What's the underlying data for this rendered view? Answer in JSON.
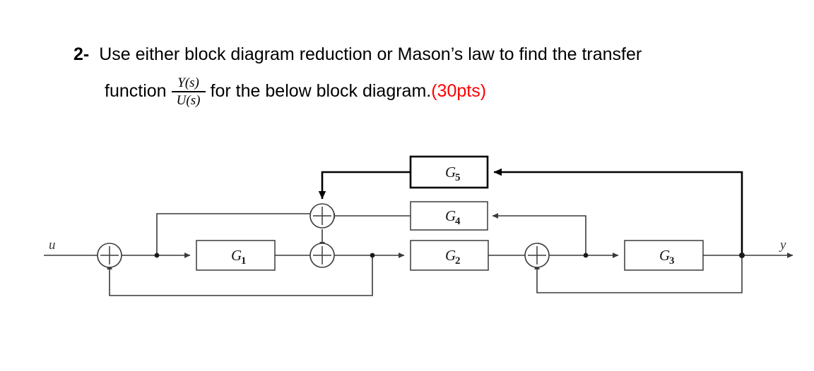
{
  "question": {
    "number": "2-",
    "line1": "Use either block diagram reduction or Mason’s law to find the transfer",
    "line2_pre": "function",
    "fraction": {
      "numerator": "Y(s)",
      "denominator": "U(s)"
    },
    "line2_post": "for the below block diagram.",
    "points": "(30pts)",
    "points_color": "#ff0000"
  },
  "diagram": {
    "title": "block-diagram",
    "input_label": "u",
    "output_label": "y",
    "line_color": "#3a3a3a",
    "emphasis_color": "#000000",
    "blocks": [
      {
        "id": "G5",
        "name": "G",
        "sub": "5"
      },
      {
        "id": "G4",
        "name": "G",
        "sub": "4"
      },
      {
        "id": "G1",
        "name": "G",
        "sub": "1"
      },
      {
        "id": "G2",
        "name": "G",
        "sub": "2"
      },
      {
        "id": "G3",
        "name": "G",
        "sub": "3"
      }
    ],
    "summing_junctions": [
      {
        "id": "sum-input"
      },
      {
        "id": "sum-upper"
      },
      {
        "id": "sum-middle"
      },
      {
        "id": "sum-right"
      }
    ]
  }
}
